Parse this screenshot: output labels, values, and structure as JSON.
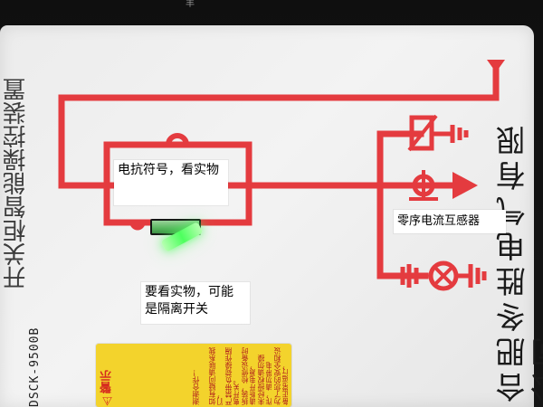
{
  "top_text": "丰",
  "panel": {
    "left_vertical_text": "开关柜智能操控装置",
    "model_label": "DSCK-9500B",
    "right_vertical_text": "合肥冬胜电气有限公司"
  },
  "annotations": {
    "reactance_note": "电抗符号，看实物",
    "zero_seq_ct_note": "零序电流互感器",
    "isolation_switch_note_line1": "要看实物，可能",
    "isolation_switch_note_line2": "是隔离开关"
  },
  "warning_label": {
    "title": "⚠警示",
    "lines": [
      "为了您的安全和设备正常运行，",
      "未经授权请勿操作，请勿带电",
      "拆装，检修设备时请断开电源，",
      "严禁带负荷操作隔离开关。",
      "如有疑问请联系我们，",
      "谢谢合作！"
    ]
  },
  "colors": {
    "circuit_red": "#e43b3f",
    "panel_bg": "#efefef",
    "led_green": "#4dff5e",
    "warning_yellow": "#f3d32c",
    "warning_red": "#d62b1f"
  }
}
